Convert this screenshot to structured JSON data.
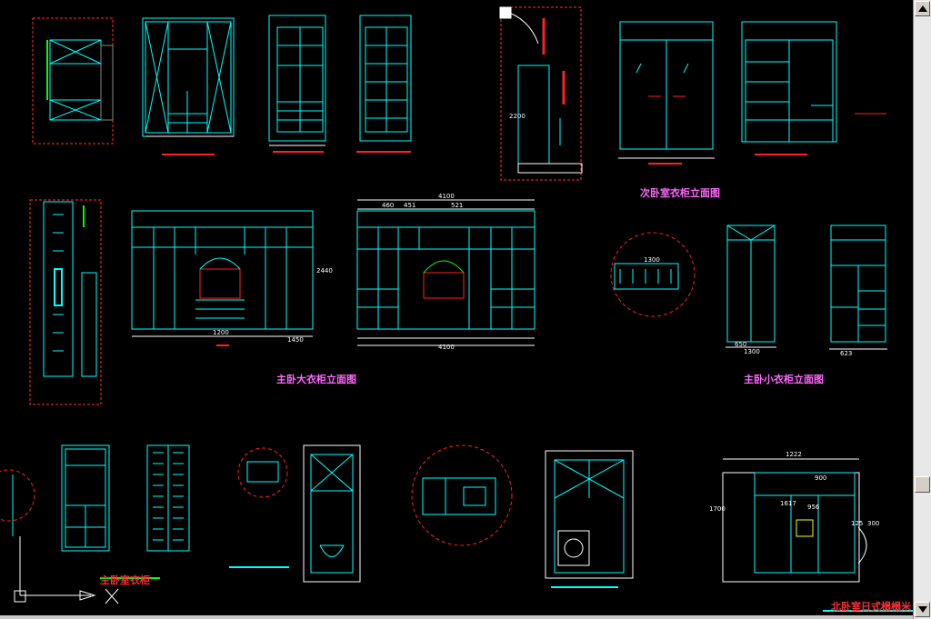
{
  "drawing": {
    "labels": {
      "second_bedroom_title": "次卧室衣柜立面图",
      "master_big_wardrobe_title": "主卧大衣柜立面图",
      "master_small_wardrobe_title": "主卧小衣柜立面图",
      "master_wardrobe_caption": "主卧室衣柜",
      "north_bedroom_caption": "北卧室日式榻榻米"
    },
    "dimensions": {
      "top_460": "460",
      "top_451": "451",
      "top_521": "521",
      "top_4100": "4100",
      "total_4100": "4100",
      "w_1200": "1200",
      "w_1450": "1450",
      "w_650": "650",
      "w_1300": "1300",
      "w_623": "623",
      "h_2200": "2200",
      "h_2440": "2440",
      "h_1300": "1300",
      "h_1222": "1222",
      "h_1700": "1700",
      "h_900": "900",
      "h_1617": "1617",
      "h_956": "956",
      "h_125": "125",
      "h_300": "300"
    },
    "colors": {
      "line_cyan": "#00ffff",
      "dim_white": "#ffffff",
      "highlight_green": "#00ff00",
      "hatch_red": "#ff2020",
      "title_magenta": "#ff66ff",
      "dim_yellow": "#ffff00"
    },
    "icons": {
      "ucs": "ucs-axis-icon",
      "scroll_up": "triangle-up-icon",
      "scroll_down": "triangle-down-icon"
    }
  }
}
